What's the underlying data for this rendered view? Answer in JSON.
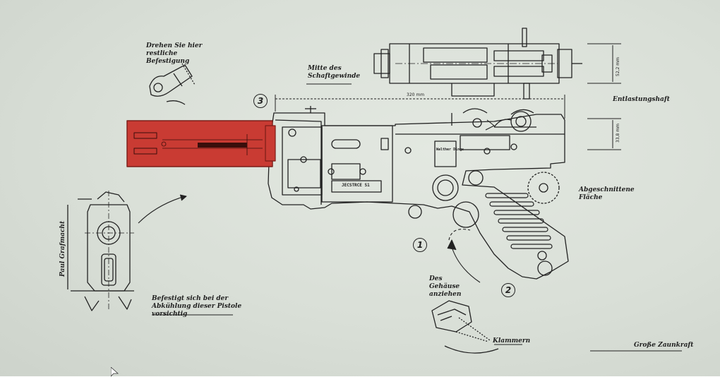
{
  "callouts": {
    "one": "1",
    "two": "2",
    "three": "3"
  },
  "annotations": {
    "top_left": "Drehen Sie hier restliche Befestigung",
    "barrel_assembly": "Mitte des Schaftgewinde",
    "right_top": "Entlastungshaft",
    "right_mid": "Abgeschnittene Fläche",
    "left_side": "Paul Grafmacht",
    "bottom_left": "Befestigt sich bei der Abkühlung dieser Pistole vorsichtig",
    "bottom_center": "Des Gehäuse anziehen",
    "bottom_center_b": "Klammern",
    "signature": "Große Zaunkraft"
  },
  "dimensions": {
    "length": "320 mm",
    "height_top": "52,2 mm",
    "height_mid": "33,8 mm"
  },
  "stamps": {
    "serial": "JECSTRCE S1",
    "model": "Walther Dings"
  },
  "colors": {
    "highlight": "#c93b33",
    "paper": "#dfe4dd",
    "ink": "#222222"
  }
}
